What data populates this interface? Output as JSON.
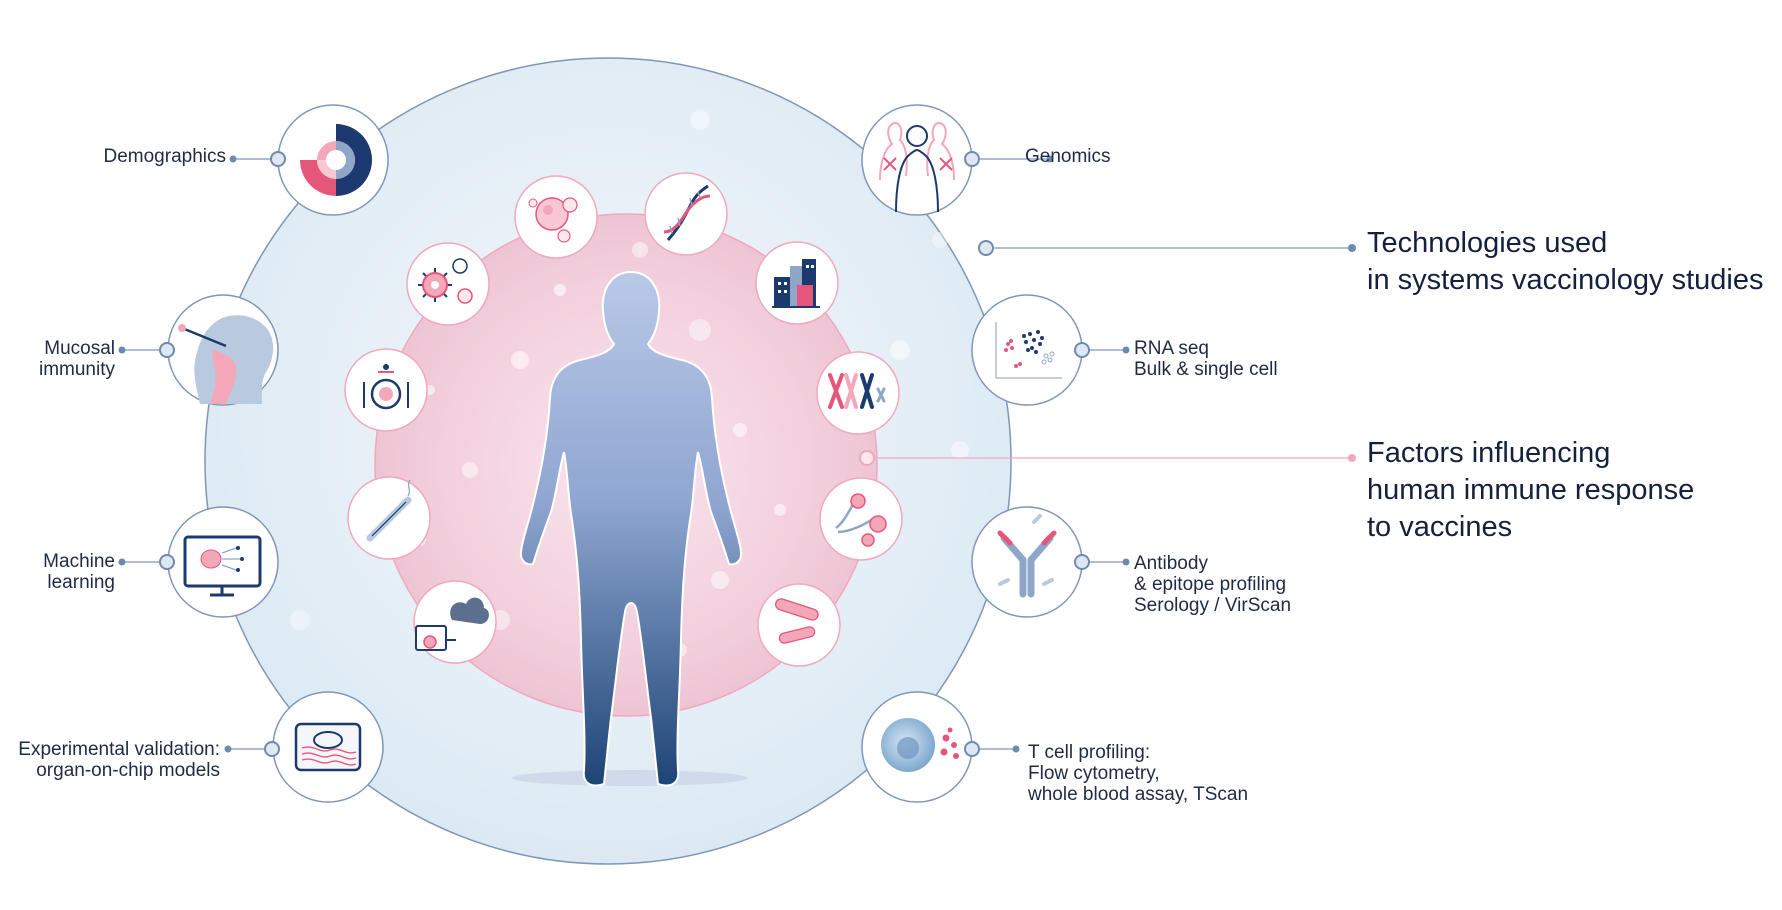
{
  "technologies": {
    "heading_lines": [
      "Technologies used",
      "in systems vaccinology studies"
    ],
    "items": [
      {
        "id": "demographics",
        "lines": [
          "Demographics"
        ],
        "icon": "demographics-donut-icon"
      },
      {
        "id": "mucosal",
        "lines": [
          "Mucosal",
          "immunity"
        ],
        "icon": "nasal-swab-icon"
      },
      {
        "id": "ml",
        "lines": [
          "Machine",
          "learning"
        ],
        "icon": "machine-learning-monitor-icon"
      },
      {
        "id": "organ-chip",
        "lines": [
          "Experimental validation:",
          "organ-on-chip models"
        ],
        "icon": "organ-on-chip-icon"
      },
      {
        "id": "genomics",
        "lines": [
          "Genomics"
        ],
        "icon": "genomics-people-icon"
      },
      {
        "id": "rnaseq",
        "lines": [
          "RNA seq",
          "Bulk & single cell"
        ],
        "icon": "scatter-cluster-icon"
      },
      {
        "id": "antibody",
        "lines": [
          "Antibody",
          "& epitope profiling",
          "Serology / VirScan"
        ],
        "icon": "antibody-icon"
      },
      {
        "id": "tcell",
        "lines": [
          "T cell profiling:",
          "Flow cytometry,",
          "whole blood assay, TScan"
        ],
        "icon": "t-cell-icon"
      }
    ]
  },
  "factors": {
    "heading_lines": [
      "Factors influencing",
      "human immune response",
      "to vaccines"
    ],
    "icons": [
      "cells-icon",
      "dna-helix-icon",
      "city-buildings-icon",
      "chromosomes-icon",
      "bacteria-flagella-icon",
      "microbiome-bacteria-icon",
      "pollution-exhaust-icon",
      "cigarette-icon",
      "diet-plate-icon",
      "virus-pathogen-icon"
    ]
  },
  "center": {
    "icon": "human-body-icon"
  },
  "colors": {
    "navy": "#1c3a6e",
    "slate": "#6f8ab0",
    "pink": "#e5577a",
    "light_pink": "#f4a7b9",
    "outer_fill": "#e3eef6",
    "inner_fill": "#f3d3df",
    "body_top": "#b9c8e6",
    "body_bottom": "#1d4476"
  }
}
